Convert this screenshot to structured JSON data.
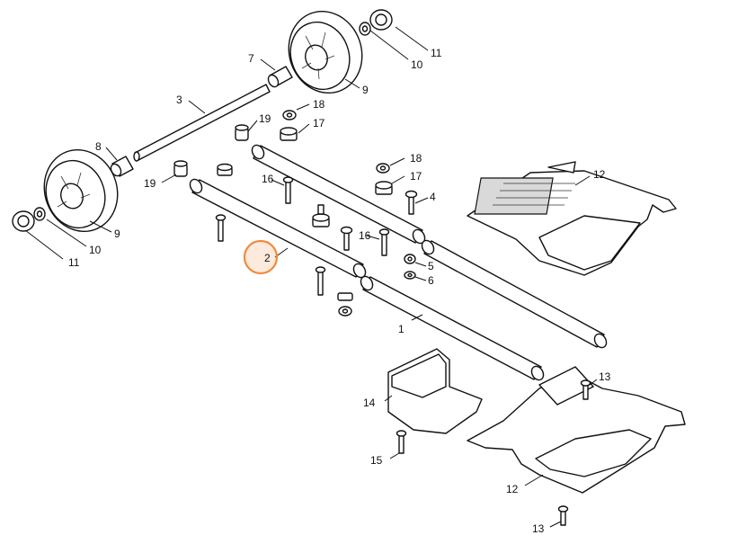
{
  "diagram": {
    "labels": {
      "p1": "1",
      "p2": "2",
      "p3": "3",
      "p4": "4",
      "p5": "5",
      "p6": "6",
      "p7": "7",
      "p8": "8",
      "p9a": "9",
      "p9b": "9",
      "p10a": "10",
      "p10b": "10",
      "p11a": "11",
      "p11b": "11",
      "p12a": "12",
      "p12b": "12",
      "p13a": "13",
      "p13b": "13",
      "p14": "14",
      "p15": "15",
      "p16a": "16",
      "p16b": "16",
      "p17a": "17",
      "p17b": "17",
      "p18a": "18",
      "p18b": "18",
      "p19a": "19",
      "p19b": "19"
    },
    "highlight_color": "#f08a3c"
  }
}
